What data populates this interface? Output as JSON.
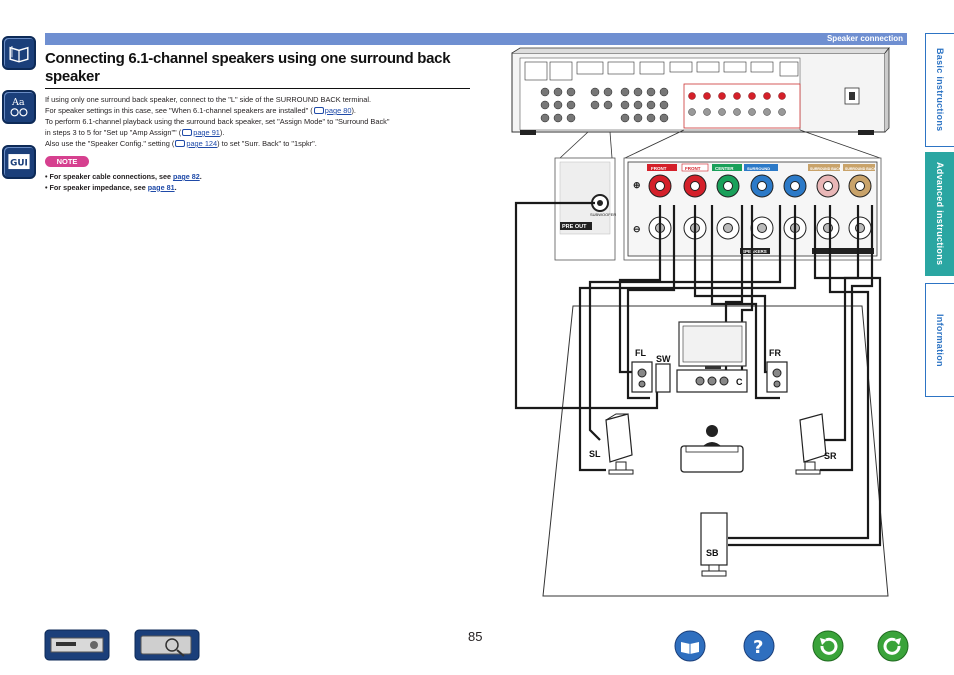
{
  "header": {
    "section_label": "Speaker connection"
  },
  "side_icons": [
    "contents-book-icon",
    "font-symbols-icon",
    "gui-icon"
  ],
  "tabs": [
    {
      "label": "Basic instructions",
      "active": false
    },
    {
      "label": "Advanced instructions",
      "active": true
    },
    {
      "label": "Information",
      "active": false
    }
  ],
  "page": {
    "title_line1": "Connecting 6.1-channel speakers using one surround back",
    "title_line2": "speaker",
    "para1": "If using only one surround back speaker, connect to the \"L\" side of the SURROUND BACK terminal.",
    "para2_pre": "For speaker settings in this case, see \"When 6.1-channel speakers are installed\" (",
    "para2_link": "page 80",
    "para2_post": ").",
    "para3": "To perform 6.1-channel playback using the surround back speaker, set \"Assign Mode\" to \"Surround Back\"",
    "para4_pre": "in steps 3 to 5 for \"Set up \"Amp Assign\"\" (",
    "para4_link": "page 91",
    "para4_post": ").",
    "para5_pre": "Also use the \"Speaker Config.\" setting (",
    "para5_link": "page 124",
    "para5_post": ") to set \"Surr. Back\" to \"1spkr\".",
    "note_label": "NOTE",
    "note1_pre": "• For speaker cable connections, see ",
    "note1_link": "page 82",
    "note1_post": ".",
    "note2_pre": "• For speaker impedance, see ",
    "note2_link": "page 81",
    "note2_post": ".",
    "page_number": "85"
  },
  "diagram": {
    "preout_label": "PRE OUT",
    "subwoofer_label": "SUBWOOFER",
    "speakers_label": "SPEAKERS",
    "terminal_labels": [
      "FRONT",
      "FRONT",
      "CENTER",
      "SURROUND",
      "SURROUND BACK",
      "SURROUND BACK"
    ],
    "speaker_labels": {
      "fl": "FL",
      "sw": "SW",
      "fr": "FR",
      "c": "C",
      "sl": "SL",
      "sr": "SR",
      "sb": "SB"
    },
    "colors": {
      "front": "#d4202a",
      "center": "#1aa05a",
      "surround": "#2c7ac8",
      "surround_back": "#c9a36a",
      "cable": "#1a1a1a"
    }
  },
  "bottom_nav": [
    "front-panel-button",
    "display-button",
    "contents-icon",
    "help-icon",
    "back-icon",
    "forward-icon"
  ]
}
